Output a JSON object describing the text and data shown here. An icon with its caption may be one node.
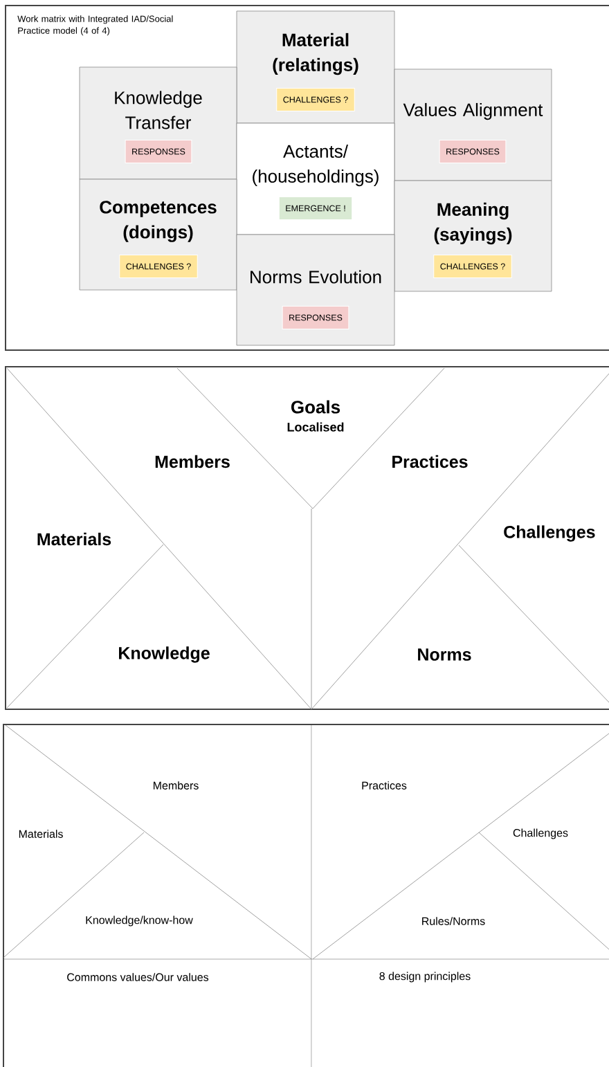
{
  "diagram": {
    "title": "Work matrix with Integrated IAD/Social Practice model (4 of 4)",
    "nodes": [
      {
        "text": [
          "Material (relatings)"
        ]
      },
      {
        "text": [
          "CHALLENGES ?"
        ],
        "in": 0
      },
      {
        "text": [
          "Knowledge Transfer"
        ]
      },
      {
        "text": [
          "RESPONSES"
        ],
        "in": 2
      },
      {
        "text": [
          "Values Alignment"
        ]
      },
      {
        "text": [
          "RESPONSES"
        ],
        "in": 4
      },
      {
        "text": [
          "Actants/ (householdings)"
        ]
      },
      {
        "text": [
          "EMERGENCE !"
        ],
        "in": 6
      },
      {
        "text": [
          "Competences (doings)"
        ]
      },
      {
        "text": [
          "CHALLENGES ?"
        ],
        "in": 8
      },
      {
        "text": [
          "Meaning (sayings)"
        ]
      },
      {
        "text": [
          "CHALLENGES ?"
        ],
        "in": 10
      },
      {
        "text": [
          "Norms Evolution"
        ]
      },
      {
        "text": [
          "RESPONSES"
        ],
        "in": 12
      }
    ],
    "labels": [
      "Goals",
      "Localised",
      "Members",
      "Practices",
      "Materials",
      "Challenges",
      "Knowledge",
      "Norms",
      "Members",
      "Practices",
      "Materials",
      "Challenges",
      "Knowledge/know-how",
      "Rules/Norms",
      "Commons values/Our values",
      "8 design principles"
    ]
  }
}
